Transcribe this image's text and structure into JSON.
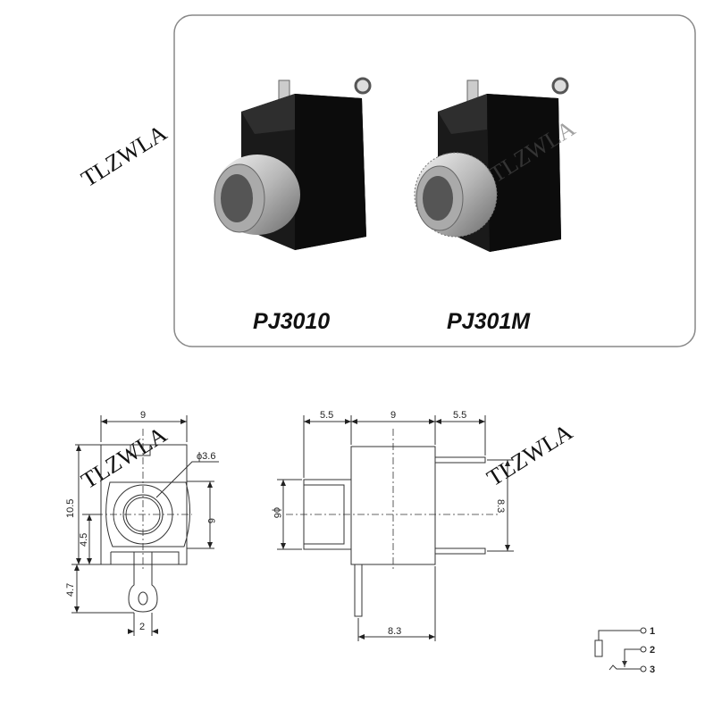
{
  "watermark": "TLZWLA",
  "products": [
    {
      "model": "PJ3010",
      "bushing": "smooth"
    },
    {
      "model": "PJ301M",
      "bushing": "threaded"
    }
  ],
  "front_view": {
    "width": "9",
    "height": "10.5",
    "center_height": "4.5",
    "pin_length": "4.7",
    "pin_width": "2",
    "hole_diameter": "ϕ3.6",
    "bushing_height": "6"
  },
  "side_view": {
    "front_length": "5.5",
    "body_length": "9",
    "pin_length": "5.5",
    "bushing_diameter": "ϕ6",
    "pin_spacing": "8.3",
    "bottom_pin_offset": "8.3"
  },
  "schematic": {
    "pins": [
      "1",
      "2",
      "3"
    ]
  }
}
